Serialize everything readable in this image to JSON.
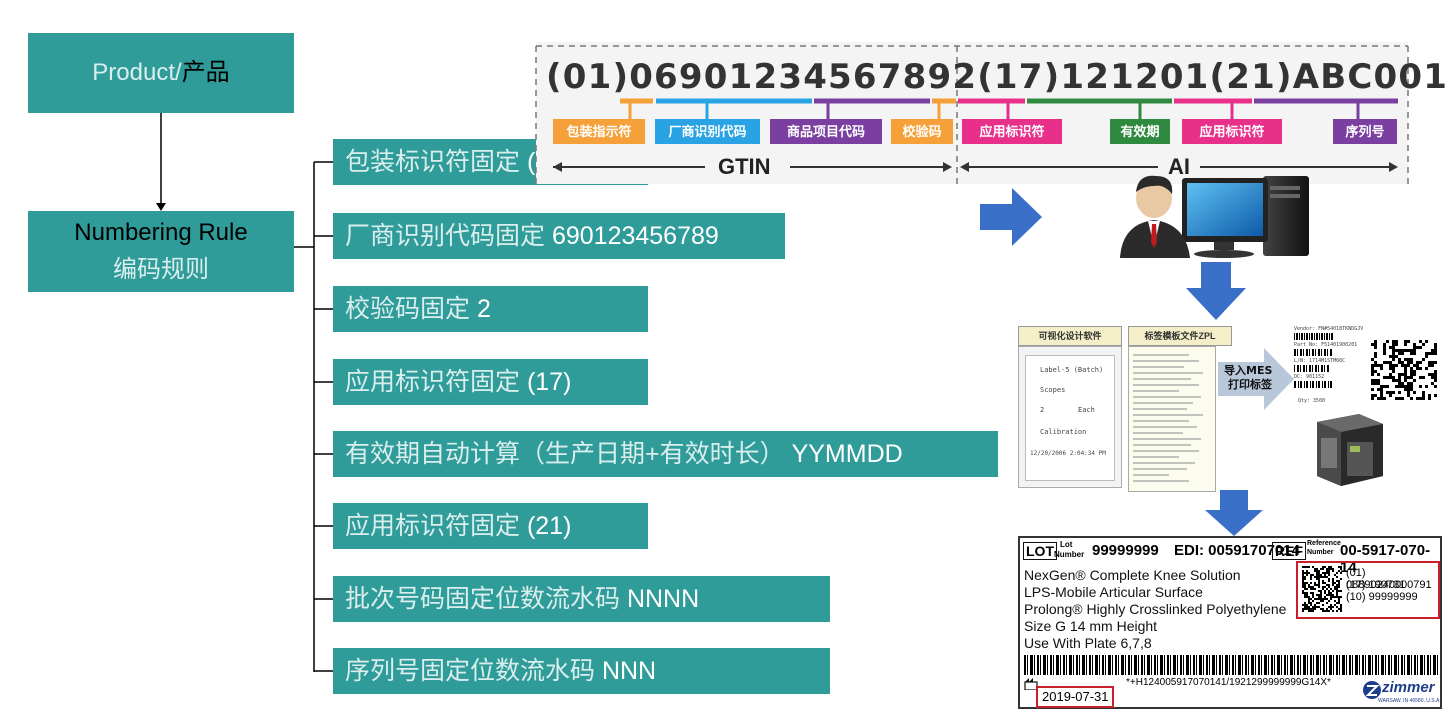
{
  "product_box": {
    "prefix": "Product/",
    "cn": "产品"
  },
  "numbering_box": {
    "line1": "Numbering Rule",
    "line2": "编码规则"
  },
  "rules": [
    {
      "cn": "包装标识符固定 ",
      "num": "(01)0"
    },
    {
      "cn": "厂商识别代码固定 ",
      "num": "690123456789"
    },
    {
      "cn": "校验码固定 ",
      "num": "2"
    },
    {
      "cn": "应用标识符固定 ",
      "num": "(17)"
    },
    {
      "cn": "有效期自动计算（生产日期+有效时长） ",
      "num": "YYMMDD"
    },
    {
      "cn": "应用标识符固定 ",
      "num": "(21)"
    },
    {
      "cn": "批次号码固定位数流水码 ",
      "num": "NNNN"
    },
    {
      "cn": "序列号固定位数流水码 ",
      "num": "NNN"
    }
  ],
  "gs1": {
    "code": "(01)06901234567892(17)121201(21)ABC001",
    "tags": [
      "包装指示符",
      "厂商识别代码",
      "商品项目代码",
      "校验码",
      "应用标识符",
      "有效期",
      "应用标识符",
      "序列号"
    ],
    "gtin_label": "GTIN",
    "ai_label": "AI"
  },
  "software": {
    "left_title": "可视化设计软件",
    "right_title": "标签模板文件ZPL",
    "arrow_text_1": "导入MES",
    "arrow_text_2": "打印标签",
    "fields": [
      "Label-5 (Batch)",
      "Scopes",
      "2",
      "Each",
      "Calibration",
      "12/20/2006  2:04:34 PM"
    ]
  },
  "mini_label": {
    "vendor": "Vendor: FN#54018TKNDGJV",
    "part": "Part No: F51401900201",
    "ln": "L/N: 1714M1STM60C",
    "dc": "DC: 901152",
    "qty": "Qty: 3500"
  },
  "label": {
    "lot_tag": "LOT",
    "lot_small_1": "Lot",
    "lot_small_2": "Number",
    "lot": "99999999",
    "edi": "EDI: 00591707014",
    "ref_tag": "REF",
    "ref_small_1": "Reference",
    "ref_small_2": "Number",
    "ref": "00-5917-070-14",
    "lines": [
      "NexGen® Complete Knee Solution",
      "LPS-Mobile    Articular Surface",
      "Prolong® Highly Crosslinked Polyethylene",
      "Size G     14 mm Height",
      "Use With Plate 6,7,8"
    ],
    "hri": [
      "(01) 08890240000791",
      "(17) 190731",
      "(10) 99999999"
    ],
    "barcode_text": "*+H124005917070141/1921299999999G14X*",
    "date": "2019-07-31",
    "brand": "zimmer",
    "brand_sub": "WARSAW, IN 46580, U.S.A."
  },
  "colors": {
    "teal": "#2f9c9a",
    "orange": "#f5a038",
    "blue": "#29a3e3",
    "purple": "#7a3fa0",
    "pink": "#e8308a",
    "green": "#2f8a3f",
    "red": "#c8202a",
    "arrow_blue": "#3a6fc8"
  }
}
